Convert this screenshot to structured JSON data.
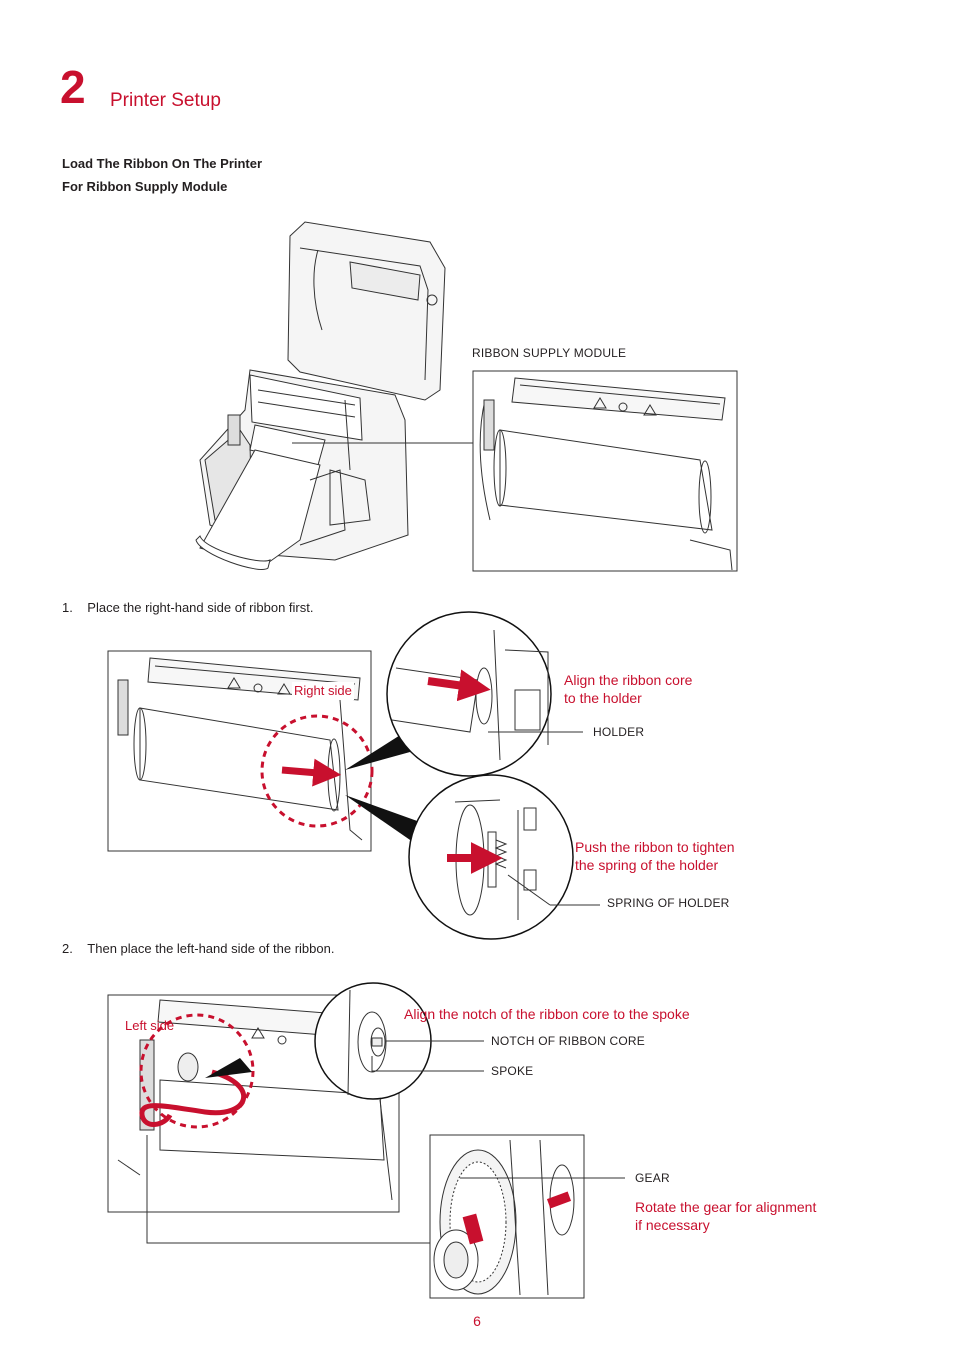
{
  "chapter": {
    "number": "2",
    "title": "Printer Setup"
  },
  "section": {
    "heading": "Load The Ribbon On The Printer",
    "subheading": "For Ribbon Supply Module"
  },
  "figure1": {
    "callout": "RIBBON SUPPLY MODULE"
  },
  "step1": {
    "text": "1.    Place the right-hand side of ribbon first.",
    "right_side_label": "Right side",
    "align_note_line1": "Align the ribbon core",
    "align_note_line2": "to the holder",
    "holder_label": "HOLDER",
    "push_note_line1": "Push the ribbon to tighten",
    "push_note_line2": "the spring of the holder",
    "spring_label": "SPRING OF HOLDER"
  },
  "step2": {
    "text": "2.    Then place the left-hand side of the ribbon.",
    "left_side_label": "Left side",
    "notch_note": "Align the notch of the ribbon core to the spoke",
    "notch_label": "NOTCH OF RIBBON CORE",
    "spoke_label": "SPOKE",
    "gear_label": "GEAR",
    "rotate_note_line1": "Rotate the gear for alignment",
    "rotate_note_line2": "if necessary"
  },
  "page_number": "6",
  "colors": {
    "accent": "#c8102e",
    "text": "#231f20",
    "line": "#333333"
  }
}
